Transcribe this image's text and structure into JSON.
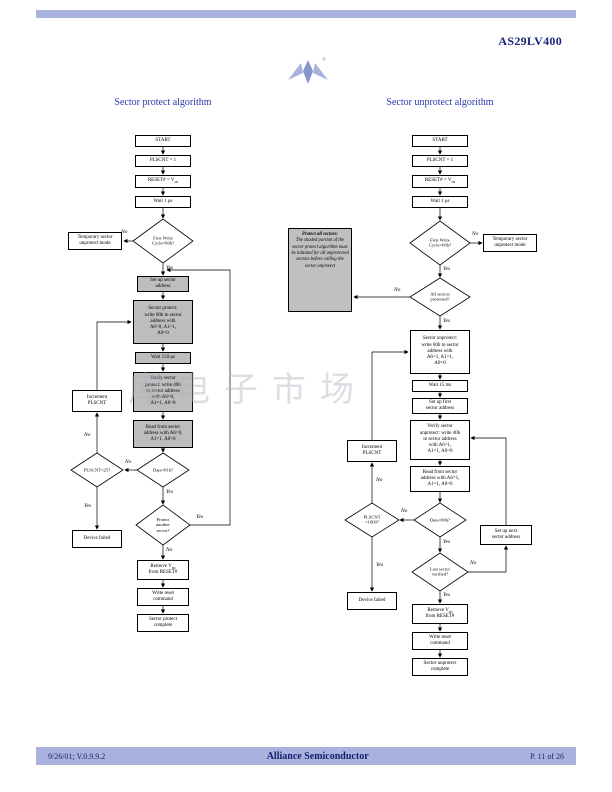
{
  "doc": {
    "title": "AS29LV400",
    "watermark": "库电子市场",
    "footer": {
      "left": "9/26/01; V.0.9.9.2",
      "center": "Alliance Semiconductor",
      "right": "P. 11 of 26"
    }
  },
  "labels": {
    "yes": "Yes",
    "no": "No"
  },
  "note": {
    "title": "Protect all sectors:",
    "body": "The shaded portion of the sector protect algorithm must be initiated for all unprotected sectors before calling the sector unprotect"
  },
  "left": {
    "title": "Sector protect algorithm",
    "start": "START",
    "plscnt": "PLSCNT = 1",
    "reset_pre": "RESET# = V",
    "reset_sub": "ID",
    "wait": "Wait 1 μs",
    "d_first": "First Write\nCycle=60h?",
    "temp": "Temporary sector\nunprotect mode",
    "setup": "Set up sector\naddress",
    "protect": "Sector protect:\nwrite 60h to sector\naddress with\nA6=0, A1=1,\nA0=0",
    "wait150": "Wait 150 μs",
    "verify": "Verify sector\nprotect: write 40h\nto sector address\nwith A6=0,\nA1=1, A0=0",
    "read": "Read from sector\naddress with A6=0,\nA1=1, A0=0",
    "d_data": "Data=01h?",
    "d_plscnt": "PLSCNT=25?",
    "increment": "Increment\nPLSCNT",
    "device_failed": "Device failed",
    "d_another": "Protect\nanother\nsector?",
    "remove_l1": "Remove V",
    "remove_sub": "ID",
    "remove_l2": "from RESET#",
    "write_reset": "Write reset\ncommand",
    "complete": "Sector protect\ncomplete"
  },
  "right": {
    "title": "Sector unprotect algorithm",
    "start": "START",
    "plscnt": "PLSCNT = 1",
    "reset_pre": "RESET# = V",
    "reset_sub": "ID",
    "wait": "Wait 1 μs",
    "d_first": "First Write\nCycle=60h?",
    "temp": "Temporary sector\nunprotect mode",
    "d_all": "All sectors\nprotected?",
    "unprotect": "Sector unprotect:\nwrite 60h to sector\naddress with\nA6=1, A1=1,\nA0=0",
    "wait15": "Wait 15 ms",
    "setup_first": "Set up first\nsector address",
    "verify": "Verify sector\nunprotect: write 40h\nto sector address\nwith A6=1,\nA1=1, A0=0",
    "read": "Read from sector\naddress with A6=1,\nA1=1, A0=0",
    "d_data": "Data=00h?",
    "d_plscnt": "PLSCNT\n=1000?",
    "increment": "Increment\nPLSCNT",
    "device_failed": "Device failed",
    "d_last": "Last sector\nverified?",
    "setup_next": "Set up next\nsector address",
    "remove_l1": "Remove V",
    "remove_sub": "ID",
    "remove_l2": "from RESET#",
    "write_reset": "Write reset\ncommand",
    "complete": "Sector unprotect\ncomplete"
  }
}
